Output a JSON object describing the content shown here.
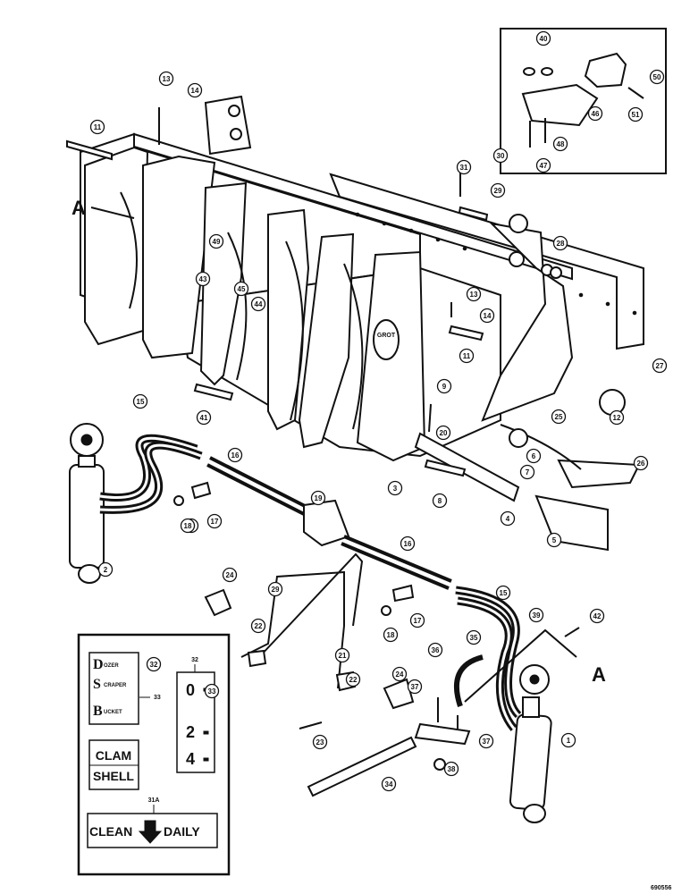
{
  "callouts": [
    "1",
    "2",
    "3",
    "4",
    "5",
    "6",
    "7",
    "8",
    "9",
    "10",
    "11",
    "11",
    "12",
    "13",
    "13",
    "14",
    "14",
    "15",
    "15",
    "16",
    "16",
    "17",
    "17",
    "18",
    "18",
    "19",
    "20",
    "21",
    "22",
    "22",
    "23",
    "24",
    "24",
    "25",
    "26",
    "27",
    "28",
    "29",
    "29",
    "30",
    "31",
    "32",
    "33",
    "34",
    "35",
    "36",
    "37",
    "37",
    "38",
    "39",
    "40",
    "41",
    "42",
    "43",
    "44",
    "45",
    "46",
    "47",
    "48",
    "49",
    "50",
    "51"
  ],
  "section_labels": [
    "A",
    "A"
  ],
  "decal_lever": {
    "dozer": "OZER",
    "dozer_initial": "D",
    "scraper": "CRAPER",
    "scraper_initial": "S",
    "bucket": "UCKET",
    "bucket_initial": "B",
    "clam": "CLAM",
    "shell": "SHELL",
    "ref": "33"
  },
  "decal_gauge": {
    "ref": "32",
    "marks": [
      "0",
      "2",
      "4"
    ]
  },
  "decal_clean": {
    "ref": "31A",
    "left": "CLEAN",
    "right": "DAILY"
  },
  "bucket_stamp": "GROT",
  "drawing_number": "690556"
}
